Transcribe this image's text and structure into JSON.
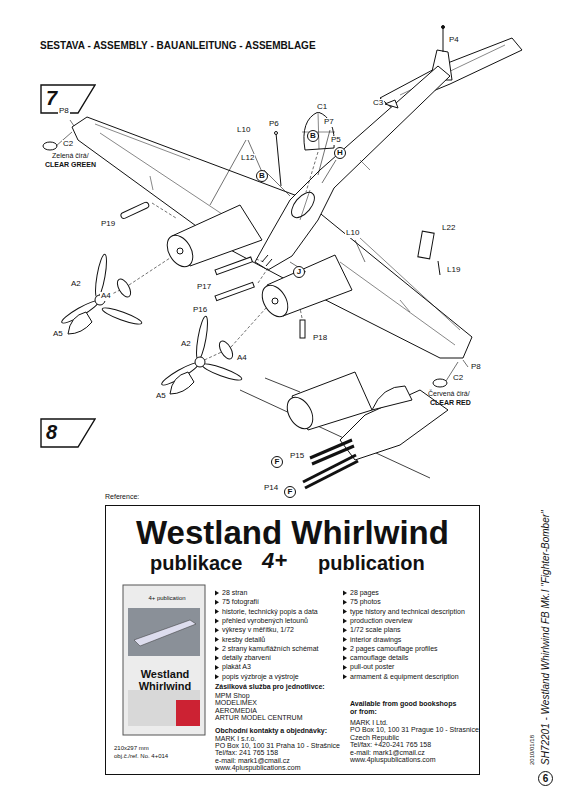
{
  "diagram": {
    "title": "SESTAVA - ASSEMBLY - BAUANLEITUNG - ASSEMBLAGE",
    "nodes": [
      {
        "text": [
          "7"
        ]
      },
      {
        "text": [
          "B"
        ]
      },
      {
        "text": [
          "H"
        ]
      },
      {
        "text": [
          "B"
        ]
      },
      {
        "text": [
          "J"
        ]
      },
      {
        "text": [
          "8"
        ]
      },
      {
        "text": [
          "F"
        ]
      },
      {
        "text": [
          "F"
        ]
      },
      {
        "text": [
          "Westland Whirlwind"
        ]
      },
      {
        "text": [
          "4+ publication",
          "Westland Whirlwind"
        ],
        "in": 8
      },
      {
        "text": [
          "6"
        ]
      }
    ],
    "labels": [
      "Reference:",
      "P4",
      "C1",
      "C3",
      "P8",
      "C2",
      "Zelená čirá/",
      "CLEAR GREEN",
      "L10",
      "P6",
      "P7",
      "P5",
      "L12",
      "P19",
      "A2",
      "A4",
      "A5",
      "P17",
      "P16",
      "L10",
      "L22",
      "L19",
      "P18",
      "A2",
      "A4",
      "A5",
      "P8",
      "C2",
      "Červená čirá/",
      "CLEAR RED",
      "P15",
      "P14",
      "publikace",
      "4+",
      "publication",
      "28 stran",
      "75 fotografií",
      "historie, technický popis a data",
      "přehled vyrobených letounů",
      "výkresy v měřítku, 1/72",
      "kresby detailů",
      "2 strany kamuflážních schémat",
      "detaily zbarvení",
      "plakát A3",
      "popis výzbroje a výstroje",
      "28 pages",
      "75 photos",
      "type history and technical description",
      "production overview",
      "1/72 scale plans",
      "interior drawings",
      "2 pages camouflage profiles",
      "camouflage details",
      "pull-out poster",
      "armament & equipment description",
      "Zásilková služba pro jednotlivce:",
      "MPM Shop",
      "MODELIMEX",
      "AEROMEDIA",
      "ARTUR MODEL CENTRUM",
      "Obchodní kontakty a objednávky:",
      "MARK I s.r.o.",
      "PO Box 10, 100 31 Praha 10 - Strašnice",
      "Tel/fax: 241 765 158",
      "e-mail: mark1@cmail.cz",
      "www.4pluspublications.com",
      "Available from good bookshops or from:",
      "MARK I Ltd.",
      "PO Box 10, 100 31 Prague 10 - Strasnice",
      "Czech Republic",
      "Tel/fax: +420-241 765 158",
      "e-mail: mark1@cmail.cz",
      "www.4pluspublications.com",
      "210x297 mm",
      "obj.č./ref. No. 4+014",
      "SH72201 - Westland Whirlwind FB Mk.I \"Fighter-Bomber\"",
      "2010/01/18"
    ]
  }
}
